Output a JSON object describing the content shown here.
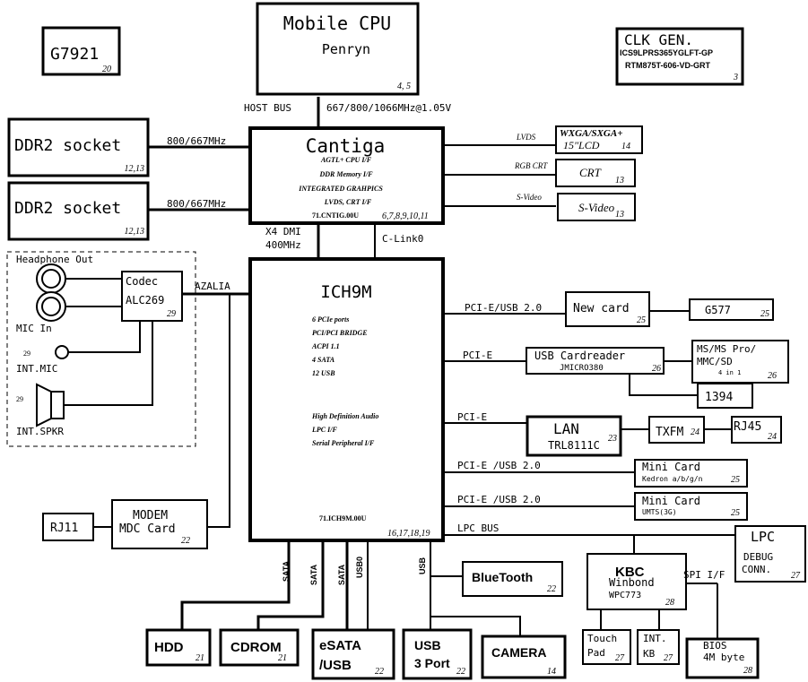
{
  "cpu": {
    "title": "Mobile CPU",
    "model": "Penryn",
    "pages": "4, 5"
  },
  "g7921": {
    "name": "G7921",
    "page": "20"
  },
  "clkgen": {
    "title": "CLK GEN.",
    "part1": "ICS9LPRS365YGLFT-GP",
    "part2": "RTM875T-606-VD-GRT",
    "page": "3",
    "part_color": "#e00000"
  },
  "hostbus": {
    "label": "HOST BUS",
    "speed": "667/800/1066MHz@1.05V"
  },
  "ddr1": {
    "name": "DDR2 socket",
    "pages": "12,13",
    "speed": "800/667MHz"
  },
  "ddr2": {
    "name": "DDR2 socket",
    "pages": "12,13",
    "speed": "800/667MHz"
  },
  "cantiga": {
    "title": "Cantiga",
    "features": [
      "AGTL+ CPU I/F",
      "DDR Memory I/F",
      "INTEGRATED GRAHPICS",
      "LVDS, CRT I/F"
    ],
    "part": "71.CNTIG.00U",
    "pages": "6,7,8,9,10,11"
  },
  "lcd": {
    "line1": "WXGA/SXGA+",
    "line2": "15\"LCD",
    "page": "14",
    "bus": "LVDS"
  },
  "crt": {
    "name": "CRT",
    "page": "13",
    "bus": "RGB CRT"
  },
  "svideo": {
    "name": "S-Video",
    "page": "13",
    "bus": "S-Video"
  },
  "dmi": {
    "line1": "X4 DMI",
    "line2": "400MHz"
  },
  "clink": "C-Link0",
  "ich9m": {
    "title": "ICH9M",
    "features1": [
      "6 PCIe ports",
      "PCI/PCI BRIDGE",
      "ACPI 1.1",
      "4 SATA",
      "12 USB"
    ],
    "features2": [
      "High Definition Audio",
      "LPC I/F",
      "Serial Peripheral I/F"
    ],
    "part": "71.ICH9M.00U",
    "pages": "16,17,18,19"
  },
  "audio": {
    "headphone": "Headphone Out",
    "mic_in": "MIC In",
    "codec_title": "Codec",
    "codec_part": "ALC269",
    "codec_page": "29",
    "int_mic": "INT.MIC",
    "int_mic_page": "29",
    "int_spkr": "INT.SPKR",
    "int_spkr_page": "29",
    "bus": "AZALIA"
  },
  "modem": {
    "line1": "MODEM",
    "line2": "MDC Card",
    "page": "22",
    "rj11": "RJ11"
  },
  "newcard": {
    "bus": "PCI-E/USB 2.0",
    "name": "New card",
    "page": "25",
    "g577": "G577",
    "g577_page": "25"
  },
  "cardreader": {
    "bus": "PCI-E",
    "name": "USB Cardreader",
    "part": "JMICRO380",
    "page": "26",
    "ms_line1": "MS/MS Pro/",
    "ms_line2": "MMC/SD",
    "ms_small": "4 in 1",
    "ms_page": "26",
    "ieee": "1394"
  },
  "lan": {
    "bus": "PCI-E",
    "name": "LAN",
    "part": "TRL8111C",
    "page": "23",
    "xfm": "TXFM",
    "xfm_page": "24",
    "rj45": "RJ45",
    "rj45_page": "24"
  },
  "minicard1": {
    "bus": "PCI-E /USB 2.0",
    "name": "Mini Card",
    "sub": "Kedron a/b/g/n",
    "page": "25"
  },
  "minicard2": {
    "bus": "PCI-E /USB 2.0",
    "name": "Mini Card",
    "sub": "UMTS(3G)",
    "page": "25"
  },
  "lpc": {
    "bus": "LPC BUS",
    "title": "LPC",
    "line2": "DEBUG",
    "line3": "CONN.",
    "page": "27"
  },
  "kbc": {
    "title": "KBC",
    "line2": "Winbond",
    "line3": "WPC773",
    "page": "28",
    "spi": "SPI I/F"
  },
  "touchpad": {
    "line1": "Touch",
    "line2": "Pad",
    "page": "27"
  },
  "intkb": {
    "line1": "INT.",
    "line2": "KB",
    "page": "27"
  },
  "bios": {
    "line1": "BIOS",
    "line2": "4M byte",
    "page": "28"
  },
  "bluetooth": {
    "name": "BlueTooth",
    "page": "22"
  },
  "bottom_bus": {
    "sata1": "SATA",
    "sata2": "SATA",
    "sata3": "SATA",
    "usb0": "USB0",
    "usb": "USB",
    "sata2_color": "#0000cc"
  },
  "hdd": {
    "name": "HDD",
    "page": "21"
  },
  "cdrom": {
    "name": "CDROM",
    "page": "21"
  },
  "esata": {
    "line1": "eSATA",
    "line2": "/USB",
    "page": "22"
  },
  "usb3": {
    "line1": "USB",
    "line2": "3 Port",
    "page": "22"
  },
  "camera": {
    "name": "CAMERA",
    "page": "14"
  }
}
